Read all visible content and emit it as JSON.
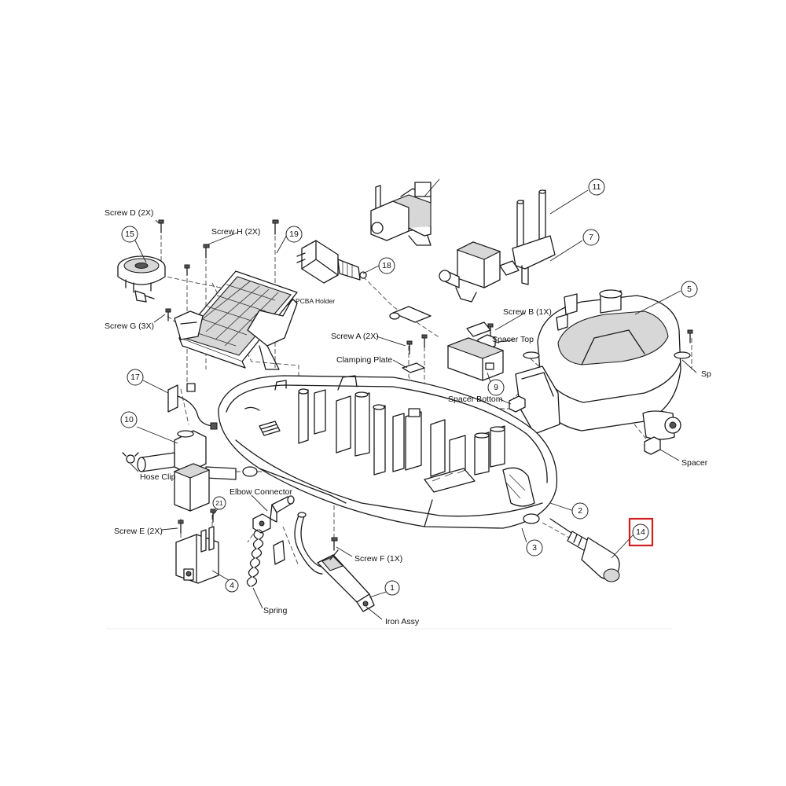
{
  "labels": {
    "screw_d": "Screw D (2X)",
    "screw_h": "Screw H (2X)",
    "screw_g": "Screw G (3X)",
    "pcba_holder": "PCBA Holder",
    "screw_a": "Screw A (2X)",
    "clamping_plate": "Clamping Plate",
    "screw_b": "Screw B (1X)",
    "spacer_top": "Spacer Top",
    "spacer_bottom": "Spacer Bottom",
    "spacer_right": "Spacer",
    "screw_right_partial": "Sp",
    "hose_clip": "Hose Clip",
    "elbow_connector": "Elbow Connector",
    "screw_e": "Screw E (2X)",
    "screw_f": "Screw F (1X)",
    "spring": "Spring",
    "iron_assy": "Iron Assy"
  },
  "callouts": {
    "c1": "1",
    "c2": "2",
    "c3": "3",
    "c4": "4",
    "c5": "5",
    "c7": "7",
    "c9": "9",
    "c10": "10",
    "c11": "11",
    "c14": "14",
    "c15": "15",
    "c17": "17",
    "c18": "18",
    "c19": "19",
    "c21": "21"
  },
  "highlight": {
    "callout": "14",
    "color": "#d21f1f"
  }
}
